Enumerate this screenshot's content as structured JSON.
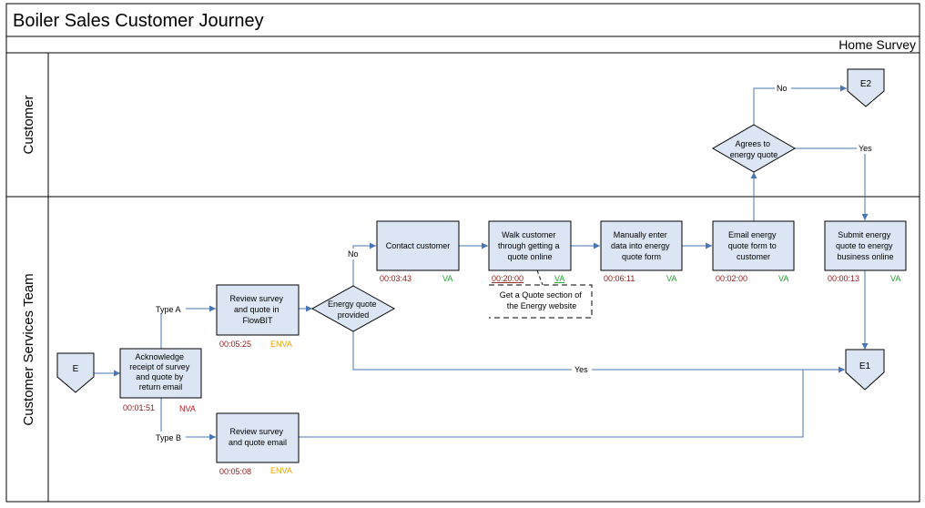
{
  "title": "Boiler Sales Customer Journey",
  "phase": "Home Survey",
  "lanes": {
    "customer": "Customer",
    "team": "Customer Services Team"
  },
  "connectors": {
    "start": "E",
    "end_e1": "E1",
    "end_e2": "E2"
  },
  "processes": {
    "acknowledge": {
      "lines": [
        "Acknowledge",
        "receipt of survey",
        "and quote by",
        "return email"
      ],
      "time": "00:01:51",
      "class": "NVA"
    },
    "review_flowbit": {
      "lines": [
        "Review survey",
        "and quote in",
        "FlowBIT"
      ],
      "time": "00:05:25",
      "class": "ENVA"
    },
    "review_email": {
      "lines": [
        "Review survey",
        "and quote email"
      ],
      "time": "00:05:08",
      "class": "ENVA"
    },
    "contact": {
      "lines": [
        "Contact customer"
      ],
      "time": "00:03:43",
      "class": "VA"
    },
    "walk": {
      "lines": [
        "Walk customer",
        "through getting a",
        "quote online"
      ],
      "time": "00:20:00",
      "class": "VA"
    },
    "manual": {
      "lines": [
        "Manually enter",
        "data into energy",
        "quote form"
      ],
      "time": "00:06:11",
      "class": "VA"
    },
    "email_form": {
      "lines": [
        "Email energy",
        "quote form to",
        "customer"
      ],
      "time": "00:02:00",
      "class": "VA"
    },
    "submit": {
      "lines": [
        "Submit energy",
        "quote to energy",
        "business online"
      ],
      "time": "00:00:13",
      "class": "VA"
    }
  },
  "decisions": {
    "quote_provided": {
      "lines": [
        "Energy quote",
        "provided"
      ]
    },
    "agrees": {
      "lines": [
        "Agrees to",
        "energy quote"
      ]
    }
  },
  "annotation": {
    "lines": [
      "Get a Quote section of",
      "the Energy website"
    ]
  },
  "labels": {
    "type_a": "Type A",
    "type_b": "Type B",
    "no_contact": "No",
    "yes_e1": "Yes",
    "no_e2": "No",
    "yes_submit": "Yes"
  },
  "colors": {
    "box_fill": "#dbe5f3",
    "line": "#4a76b3",
    "time": "#8b1a1a",
    "va": "#1f9e2f",
    "enva": "#e8a200",
    "nva": "#c0151b"
  }
}
